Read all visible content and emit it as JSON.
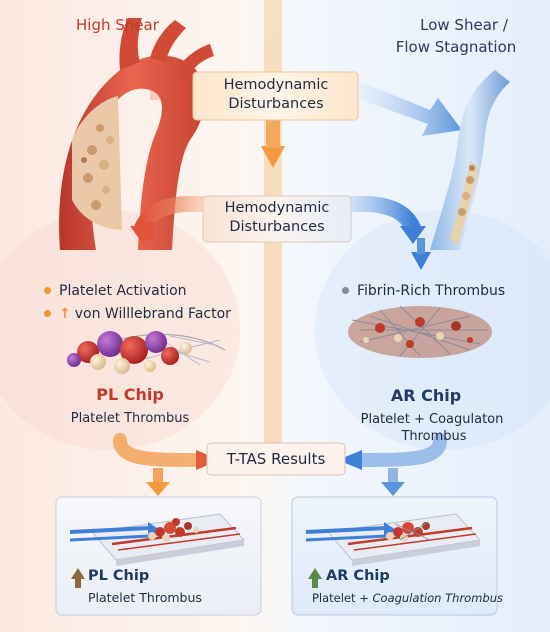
{
  "top": {
    "left_heading": "High Shear",
    "right_heading_line1": "Low Shear /",
    "right_heading_line2": "Flow Stagnation"
  },
  "box_top": {
    "line1": "Hemodynamic",
    "line2": "Disturbances"
  },
  "box_mid": {
    "line1": "Hemodynamic",
    "line2": "Disturbances"
  },
  "left_branch": {
    "item1": "Platelet Activation",
    "item2": "von Willlebrand Factor",
    "chip_title": "PL Chip",
    "chip_sub": "Platelet Thrombus"
  },
  "right_branch": {
    "item1": "Fibrin-Rich Thrombus",
    "chip_title": "AR Chip",
    "chip_sub_line1": "Platelet + Coagulaton",
    "chip_sub_line2": "Thrombus"
  },
  "results": {
    "label": "T-TAS Results"
  },
  "bottom_left": {
    "title": "PL Chip",
    "sub": "Platelet Thrombus"
  },
  "bottom_right": {
    "title": "AR Chip",
    "sub_part1": "Platelet + ",
    "sub_part2": "Coagulation Thrombus"
  },
  "colors": {
    "red": "#c23a2a",
    "navy": "#1f3a64",
    "orange": "#f0923a",
    "blue": "#4a86d6",
    "green": "#5a8a4a"
  },
  "icons": [
    "aorta-illustration-icon",
    "vein-illustration-icon",
    "platelet-clot-icon",
    "fibrin-mesh-icon",
    "chip-device-icon",
    "arrow-up-icon"
  ]
}
